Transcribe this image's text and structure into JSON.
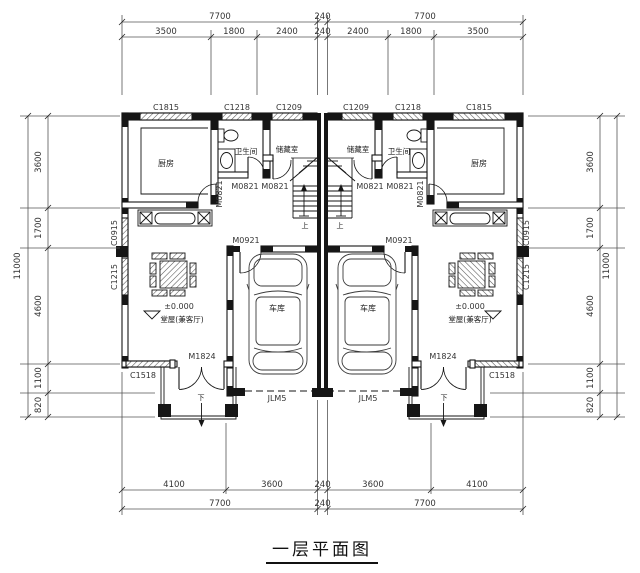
{
  "title": "一层平面图",
  "dimensions": {
    "top_overall": [
      "7700",
      "240",
      "7700"
    ],
    "top_segments": [
      "3500",
      "1800",
      "2400",
      "240",
      "2400",
      "1800",
      "3500"
    ],
    "bottom_segments": [
      "4100",
      "3600",
      "240",
      "3600",
      "4100"
    ],
    "bottom_overall": [
      "7700",
      "240",
      "7700"
    ],
    "side_segments": [
      "3600",
      "1700",
      "4600",
      "1100",
      "820"
    ],
    "side_total": "11000"
  },
  "windows": {
    "top": [
      "C1815",
      "C1218",
      "C1209",
      "C1209",
      "C1218",
      "C1815"
    ],
    "side": [
      "C0915",
      "C1215"
    ],
    "front": "C1518"
  },
  "doors": {
    "interior": "M0821",
    "hall_garage": "M0921",
    "main_entry": "M1824",
    "garage_door": "JLM5"
  },
  "rooms": {
    "kitchen": "厨房",
    "bathroom": "卫生间",
    "storage": "储藏室",
    "garage": "车库",
    "living": "堂屋(兼客厅)",
    "level": "±0.000"
  },
  "stairs": {
    "up": "上",
    "down": "下"
  },
  "colors": {
    "wall": "#161616",
    "dim_line": "#555555",
    "text": "#333333",
    "bg": "#ffffff"
  }
}
